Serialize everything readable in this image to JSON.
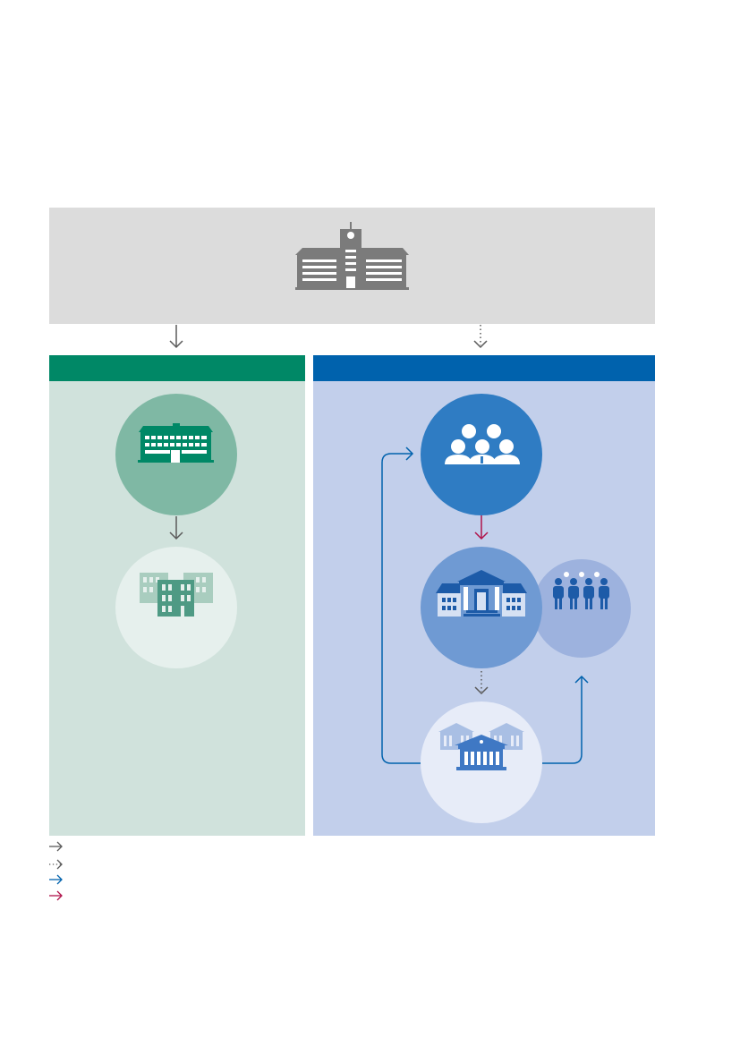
{
  "colors": {
    "top_panel": "#dcdcdc",
    "left_header": "#008866",
    "left_body": "#d0e2dc",
    "right_header": "#0062ad",
    "right_body": "#c2cfeb",
    "arrow_grey": "#5a5a5a",
    "arrow_blue": "#0062ad",
    "arrow_red": "#b0124a"
  },
  "icons": {
    "top": "university-building-icon",
    "left_circle_1": "office-building-icon",
    "left_circle_2": "building-group-icon",
    "right_circle_1": "people-group-icon",
    "right_circle_2": "institution-building-icon",
    "right_circle_3": "staff-group-icon",
    "right_circle_4": "institution-group-icon"
  },
  "legend": [
    {
      "style": "solid",
      "color": "grey"
    },
    {
      "style": "dotted",
      "color": "grey"
    },
    {
      "style": "solid",
      "color": "blue"
    },
    {
      "style": "solid",
      "color": "red"
    }
  ]
}
